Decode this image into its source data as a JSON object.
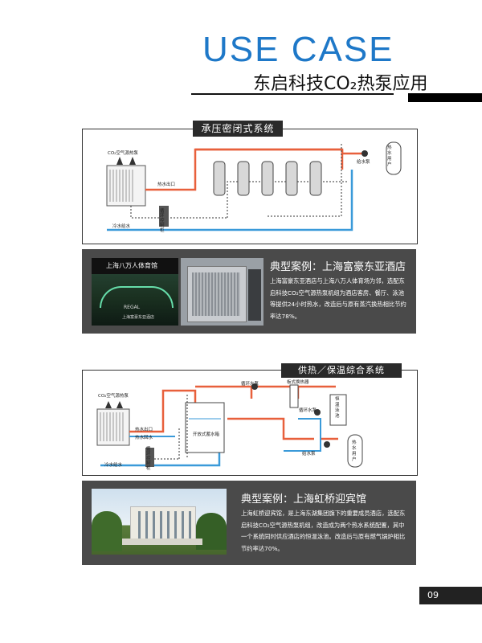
{
  "header": {
    "title": "USE CASE",
    "subtitle": "东启科技CO₂热泵应用"
  },
  "section1": {
    "tab": "承压密闭式系统",
    "labels": {
      "unit": "CO₂空气源热泵",
      "hot_out": "热水出口",
      "cold_in": "冷水给水",
      "pump": "给水泵",
      "user": "热水用户",
      "module": "循环控制柜"
    },
    "case_title": "典型案例：上海富豪东亚酒店",
    "case_text": "上海富豪东亚酒店与上海八万人体育场为邻，选配东启科技CO₂空气源热泵机组为酒店客房、餐厅、泳池等提供24小时热水，改造后与原有蒸汽换热相比节约率达78%。",
    "photo1_sign": "上海八万人体育馆",
    "photo1_brand": "REGAL",
    "photo1_brand_sub": "上海富豪东亚酒店"
  },
  "section2": {
    "tab": "供热／保温综合系统",
    "labels": {
      "unit": "CO₂空气源热泵",
      "hot_out": "热水出口",
      "hot_return": "热水回水",
      "cold_in": "冷水给水",
      "circ_pump": "循环水泵",
      "hx": "板式换热器",
      "circ_pump2": "循环水泵",
      "pool": "恒温泳池",
      "tank": "开放式蓄水箱",
      "pump": "给水泵",
      "user": "热水用户",
      "module": "循环控制柜"
    },
    "case_title": "典型案例：上海虹桥迎宾馆",
    "case_text": "上海虹桥迎宾馆，是上海东湖集团旗下的重要成员酒店，选配东启科技CO₂空气源热泵机组，改造成为两个热水系统配置，其中一个系统同时供应酒店的恒温泳池。改造后与原有燃气锅炉相比节约率达70%。"
  },
  "footer": {
    "page_number": "09"
  },
  "colors": {
    "accent": "#1e78c8",
    "hot_pipe": "#e8603c",
    "cold_pipe": "#3a9ad9",
    "card_bg": "#4a4a4a"
  }
}
